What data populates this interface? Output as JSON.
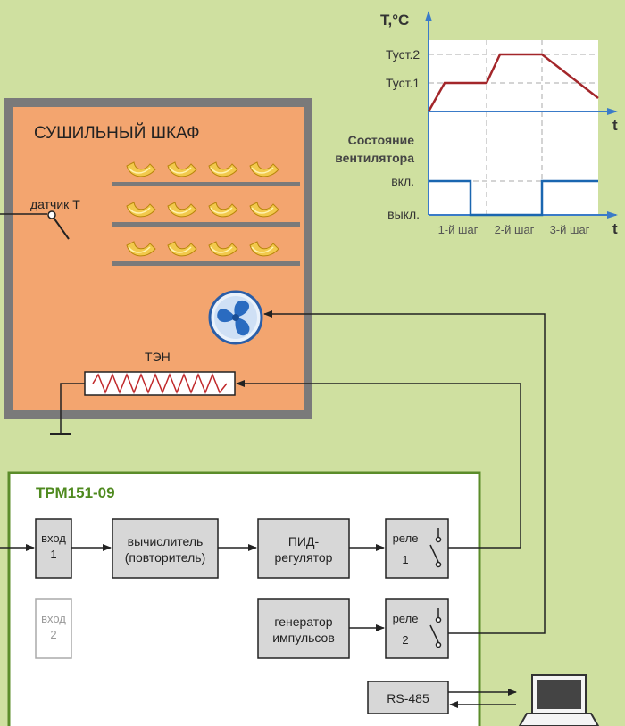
{
  "colors": {
    "background": "#cfe0a0",
    "cabinet_fill": "#f3a56f",
    "cabinet_border": "#7a7a7a",
    "controller_border": "#5b8c2a",
    "controller_title": "#4f8a1f",
    "temp_line": "#a3262a",
    "fan_line": "#1a66b0",
    "wire": "#222222"
  },
  "cabinet": {
    "title": "СУШИЛЬНЫЙ ШКАФ",
    "sensor_label": "датчик Т",
    "heater_label": "ТЭН",
    "fan_icon": "fan-icon",
    "product_icon": "pasta-icon"
  },
  "chart": {
    "y_top_label": "T,°C",
    "t_set2": "Туст.2",
    "t_set1": "Туст.1",
    "t_axis": "t",
    "fan_state_line1": "Состояние",
    "fan_state_line2": "вентилятора",
    "on_label": "вкл.",
    "off_label": "выкл.",
    "steps": [
      "1-й шаг",
      "2-й шаг",
      "3-й шаг"
    ],
    "t_axis2": "t"
  },
  "controller": {
    "title": "ТРМ151-09",
    "input1": [
      "вход",
      "1"
    ],
    "input2": [
      "вход",
      "2"
    ],
    "calc": [
      "вычислитель",
      "(повторитель)"
    ],
    "pid": [
      "ПИД-",
      "регулятор"
    ],
    "relay1": [
      "реле",
      "1"
    ],
    "gen": [
      "генератор",
      "импульсов"
    ],
    "relay2": [
      "реле",
      "2"
    ],
    "rs485": "RS-485"
  },
  "laptop_icon": "laptop-icon"
}
